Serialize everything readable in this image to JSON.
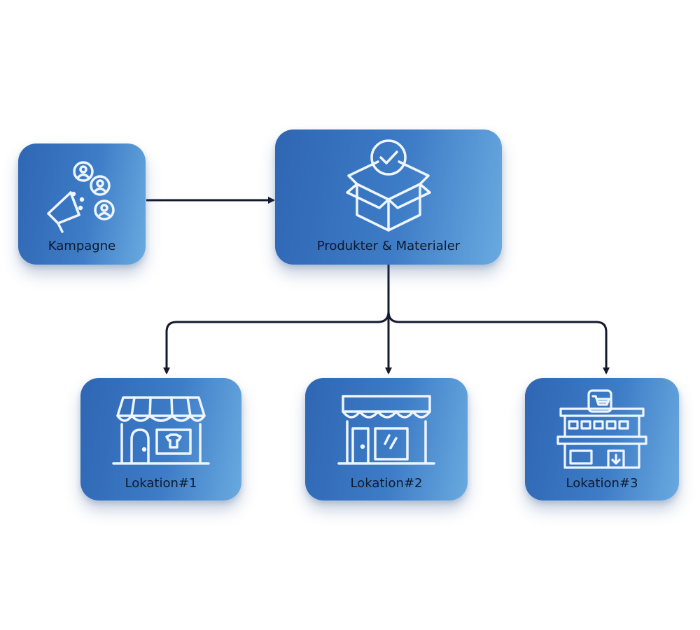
{
  "nodes": {
    "campaign": {
      "label": "Kampagne",
      "icon": "megaphone-people-icon"
    },
    "products": {
      "label": "Produkter & Materialer",
      "icon": "box-check-icon"
    },
    "location1": {
      "label": "Lokation#1",
      "icon": "storefront-awning-icon"
    },
    "location2": {
      "label": "Lokation#2",
      "icon": "storefront-icon"
    },
    "location3": {
      "label": "Lokation#3",
      "icon": "shop-building-cart-icon"
    }
  },
  "colors": {
    "node_start": "#2f66b3",
    "node_end": "#6aaae0",
    "edge": "#141a2e",
    "text": "#0f1a2e"
  }
}
